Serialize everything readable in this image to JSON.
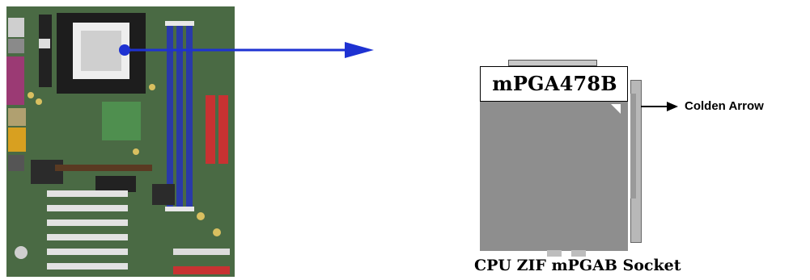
{
  "diagram": {
    "socket_label": "mPGA478B",
    "caption": "CPU ZIF mPGAB Socket",
    "golden_arrow_label": "Colden Arrow"
  },
  "colors": {
    "pointer_arrow": "#1e32d2",
    "board_green": "#2f5a32",
    "dimm_blue": "#2a3aa8",
    "socket_gray": "#8e8e8e"
  },
  "icons": {
    "motherboard": "motherboard-image",
    "pointer": "arrow-right-icon",
    "golden_arrow": "arrow-right-icon"
  }
}
